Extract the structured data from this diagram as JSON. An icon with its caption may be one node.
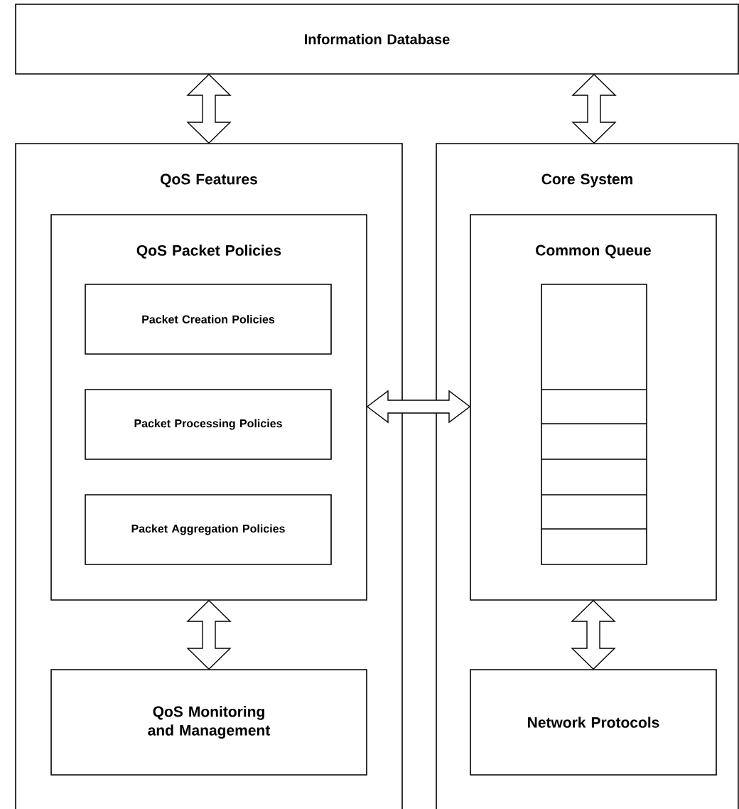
{
  "diagram": {
    "nodes": [
      {
        "text": [
          "Information Database"
        ]
      },
      {
        "text": [
          "QoS Features"
        ]
      },
      {
        "text": [
          "QoS Packet Policies"
        ],
        "in": 1
      },
      {
        "text": [
          "Packet Creation Policies"
        ],
        "in": 2
      },
      {
        "text": [
          "Packet Processing Policies"
        ],
        "in": 2
      },
      {
        "text": [
          "Packet Aggregation Policies"
        ],
        "in": 2
      },
      {
        "text": [
          "QoS Monitoring and Management"
        ],
        "in": 1
      },
      {
        "text": [
          "Core System"
        ]
      },
      {
        "text": [
          "Common Queue"
        ],
        "in": 7
      },
      {
        "text": [
          "Network Protocols"
        ],
        "in": 7
      }
    ],
    "edges": [
      {
        "from": 0,
        "to": 1,
        "arrow": "both"
      },
      {
        "from": 0,
        "to": 7,
        "arrow": "both"
      },
      {
        "from": 2,
        "to": 8,
        "arrow": "both"
      },
      {
        "from": 2,
        "to": 6,
        "arrow": "both"
      },
      {
        "from": 8,
        "to": 9,
        "arrow": "both"
      }
    ]
  }
}
